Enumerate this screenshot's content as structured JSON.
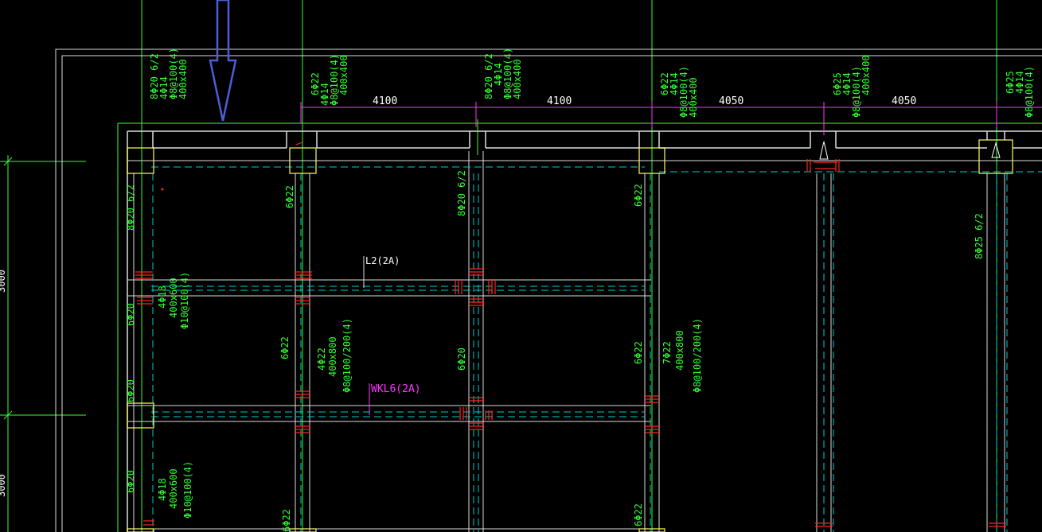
{
  "dimensions": {
    "span_1": "4100",
    "span_2": "4100",
    "span_3": "4050",
    "span_4": "4050",
    "left_dim_1": "3000",
    "left_dim_2": "3000"
  },
  "beam_labels": {
    "l2": "L2(2A)",
    "wkl6": "WKL6(2A)"
  },
  "column_top_labels": {
    "col1": [
      "8Φ20 6/2",
      "4Φ14",
      "Φ8@100(4)",
      "400x400"
    ],
    "col2": [
      "6Φ22",
      "4Φ14",
      "Φ8@100(4)",
      "400x400"
    ],
    "col3": [
      "8Φ20 6/2",
      "4Φ14",
      "Φ8@100(4)",
      "400x400"
    ],
    "col4": [
      "6Φ22",
      "4Φ14",
      "Φ8@100(4)",
      "400x400"
    ],
    "col5": [
      "6Φ25",
      "4Φ14",
      "Φ8@100(4)",
      "400x400"
    ],
    "col6": [
      "6Φ25",
      "4Φ14",
      "Φ8@100(4)"
    ]
  },
  "beam_annotations": {
    "a1": "8Φ20 6/2",
    "a2": "6Φ22",
    "a3": "8Φ20 6/2",
    "a4": "6Φ22",
    "a5": "8Φ25 6/2",
    "b1": [
      "4Φ18",
      "400x600",
      "Φ10@100(4)"
    ],
    "b2": "6Φ20",
    "b3": "6Φ22",
    "b4": [
      "4Φ22",
      "400x800",
      "Φ8@100/200(4)"
    ],
    "b5": "6Φ20",
    "b6": "6Φ22",
    "b7": [
      "7Φ22",
      "400x800",
      "Φ8@100/200(4)"
    ],
    "c1": "6Φ20",
    "c2": "6Φ20",
    "c3": [
      "4Φ18",
      "400x600",
      "Φ10@100(4)"
    ],
    "c4": "6Φ22",
    "c5": "6Φ22"
  },
  "colors": {
    "background": "#000000",
    "axis_line": "#33ff33",
    "outline": "#ffffff",
    "column": "#ffff66",
    "hidden_line": "#00cccc",
    "dimension": "#ff33ff",
    "rebar_mark": "#ff2222",
    "marker_arrow": "#4a5fd8"
  }
}
